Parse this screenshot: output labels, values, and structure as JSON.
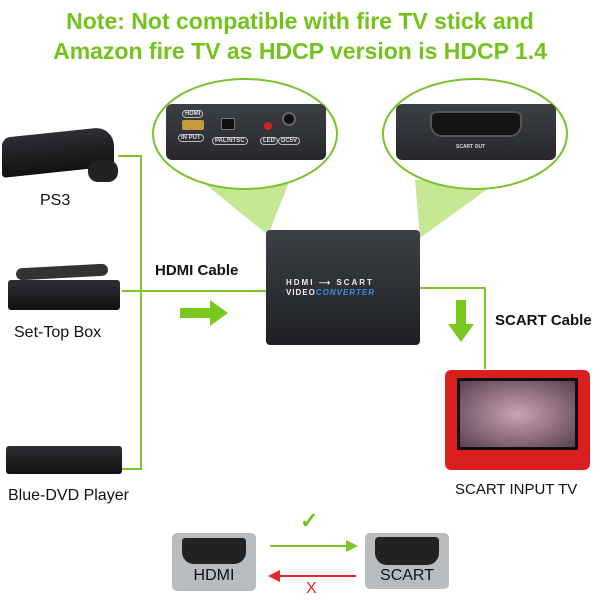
{
  "note": {
    "line1": "Note: Not compatible with fire TV stick and",
    "line2": "Amazon fire TV as HDCP version is HDCP 1.4"
  },
  "sources": [
    {
      "label": "PS3"
    },
    {
      "label": "Set-Top Box"
    },
    {
      "label": "Blue-DVD Player"
    }
  ],
  "cables": {
    "hdmi": "HDMI Cable",
    "scart": "SCART Cable"
  },
  "converter": {
    "line1": "HDMI",
    "line1b": "SCART",
    "line2a": "VIDEO",
    "line2b": "CONVERTER"
  },
  "input_panel": {
    "hdmi": "HDMI",
    "input": "IN PUT",
    "switch": "PAL/NTSC",
    "led": "LED",
    "power": "DC5V"
  },
  "output_panel": {
    "scart_out": "SCART OUT"
  },
  "tv": {
    "label": "SCART INPUT TV"
  },
  "direction": {
    "from": "HDMI",
    "to": "SCART",
    "ok": "✓",
    "no": "X"
  },
  "colors": {
    "accent": "#74c21c",
    "error": "#e5262a"
  }
}
